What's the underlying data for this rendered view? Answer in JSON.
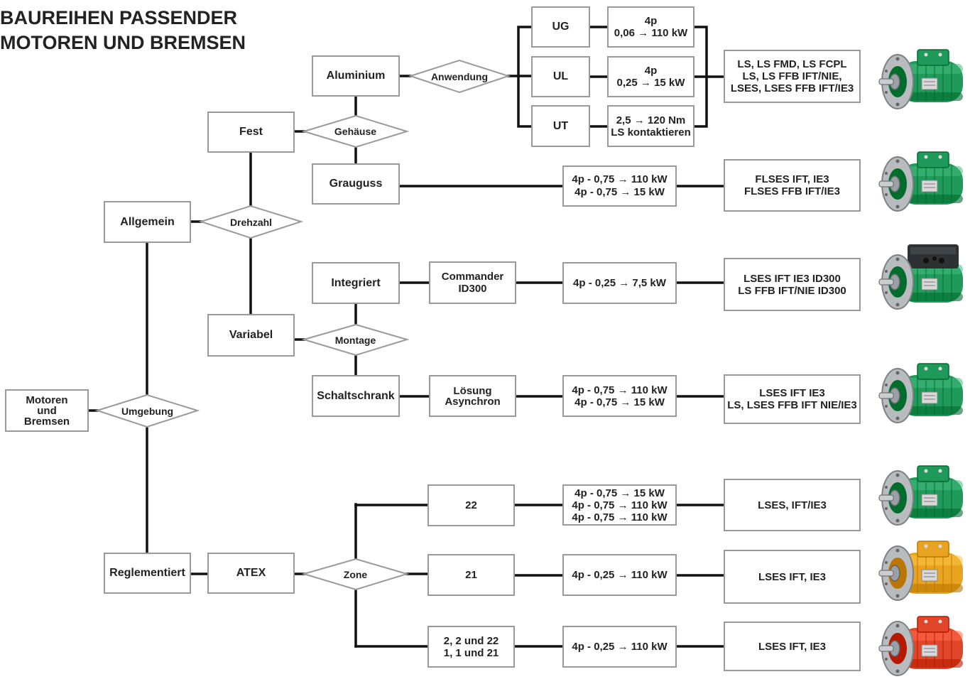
{
  "title": {
    "line1": "BAUREIHEN PASSENDER",
    "line2": "MOTOREN UND BREMSEN"
  },
  "nodes": {
    "root": [
      "Motoren",
      "und",
      "Bremsen"
    ],
    "allgemein": "Allgemein",
    "reglementiert": "Reglementiert",
    "fest": "Fest",
    "variabel": "Variabel",
    "aluminium": "Aluminium",
    "grauguss": "Grauguss",
    "integriert": "Integriert",
    "schaltschrank": "Schaltschrank",
    "atex": "ATEX",
    "ug": "UG",
    "ul": "UL",
    "ut": "UT",
    "commander": [
      "Commander",
      "ID300"
    ],
    "loesung": [
      "Lösung",
      "Asynchron"
    ],
    "zone22": "22",
    "zone21": "21",
    "zone_multi": [
      "2, 2 und 22",
      "1, 1 und 21"
    ]
  },
  "decisions": {
    "umgebung": "Umgebung",
    "drehzahl": "Drehzahl",
    "gehaeuse": "Gehäuse",
    "anwendung": "Anwendung",
    "montage": "Montage",
    "zone": "Zone"
  },
  "specs": {
    "ug": [
      "4p",
      "0,06 → 110 kW"
    ],
    "ul": [
      "4p",
      "0,25 → 15 kW"
    ],
    "ut": [
      "2,5 → 120 Nm",
      "LS kontaktieren"
    ],
    "grauguss": [
      "4p - 0,75 → 110 kW",
      "4p - 0,75 → 15 kW"
    ],
    "integriert": [
      "4p - 0,25 → 7,5 kW"
    ],
    "schaltschrank": [
      "4p - 0,75 → 110 kW",
      "4p - 0,75 → 15 kW"
    ],
    "zone22": [
      "4p - 0,75 → 15 kW",
      "4p - 0,75 → 110 kW",
      "4p - 0,75 → 110 kW"
    ],
    "zone21": [
      "4p - 0,25 → 110 kW"
    ],
    "zone_multi": [
      "4p - 0,25 → 110 kW"
    ]
  },
  "series": {
    "aluminium": [
      "LS, LS FMD, LS FCPL",
      "LS, LS FFB IFT/NIE,",
      "LSES, LSES FFB IFT/IE3"
    ],
    "grauguss": [
      "FLSES IFT, IE3",
      "FLSES FFB IFT/IE3"
    ],
    "integriert": [
      "LSES IFT IE3 ID300",
      "LS FFB IFT/NIE ID300"
    ],
    "schaltschrank": [
      "LSES IFT IE3",
      "LS, LSES FFB IFT NIE/IE3"
    ],
    "zone22": [
      "LSES, IFT/IE3"
    ],
    "zone21": [
      "LSES IFT, IE3"
    ],
    "zone_multi": [
      "LSES IFT, IE3"
    ]
  },
  "motors": [
    {
      "icon": "green-brake-motor-icon",
      "color": "#1f9a5a"
    },
    {
      "icon": "green-brake-motor-icon",
      "color": "#1f9a5a"
    },
    {
      "icon": "green-motor-with-drive-icon",
      "color": "#1f9a5a"
    },
    {
      "icon": "green-brake-motor-icon",
      "color": "#1f9a5a"
    },
    {
      "icon": "green-brake-motor-icon",
      "color": "#1f9a5a"
    },
    {
      "icon": "yellow-atex-motor-icon",
      "color": "#e8a321"
    },
    {
      "icon": "red-atex-motor-icon",
      "color": "#e2462a"
    }
  ]
}
